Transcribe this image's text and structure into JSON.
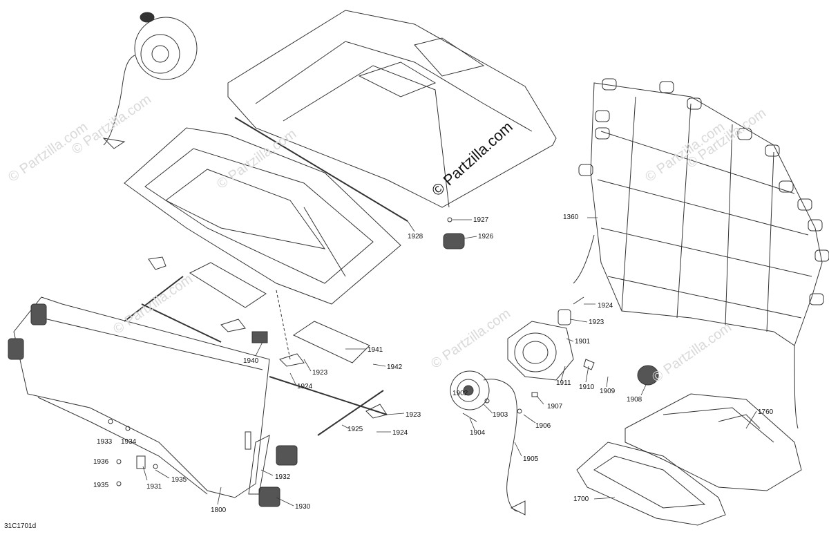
{
  "watermark": "© Partzilla.com",
  "diagram_code": "31C1701d",
  "parts": {
    "p1800": "1800",
    "p1930": "1930",
    "p1931": "1931",
    "p1932": "1932",
    "p1933": "1933",
    "p1934": "1934",
    "p1935a": "1935",
    "p1935b": "1935",
    "p1936": "1936",
    "p1940": "1940",
    "p1941": "1941",
    "p1942": "1942",
    "p1923a": "1923",
    "p1923b": "1923",
    "p1923c": "1923",
    "p1924a": "1924",
    "p1924b": "1924",
    "p1924c": "1924",
    "p1925": "1925",
    "p1926": "1926",
    "p1927": "1927",
    "p1928": "1928",
    "p1360": "1360",
    "p1901": "1901",
    "p1902": "1902",
    "p1903": "1903",
    "p1904": "1904",
    "p1905": "1905",
    "p1906": "1906",
    "p1907": "1907",
    "p1908": "1908",
    "p1909": "1909",
    "p1910": "1910",
    "p1911": "1911",
    "p1760": "1760",
    "p1700": "1700"
  },
  "colors": {
    "line": "#333333",
    "watermark": "#d9d9d9"
  }
}
